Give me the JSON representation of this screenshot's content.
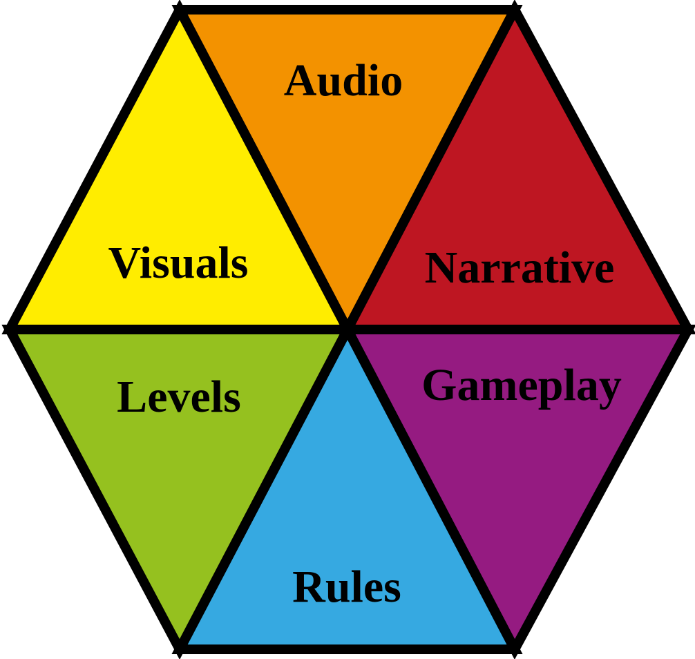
{
  "diagram": {
    "segments": [
      {
        "id": "audio",
        "label": "Audio",
        "color": "#F39200"
      },
      {
        "id": "narrative",
        "label": "Narrative",
        "color": "#BE1622"
      },
      {
        "id": "gameplay",
        "label": "Gameplay",
        "color": "#951B81"
      },
      {
        "id": "rules",
        "label": "Rules",
        "color": "#36A9E1"
      },
      {
        "id": "levels",
        "label": "Levels",
        "color": "#95C11F"
      },
      {
        "id": "visuals",
        "label": "Visuals",
        "color": "#FFED00"
      }
    ]
  }
}
